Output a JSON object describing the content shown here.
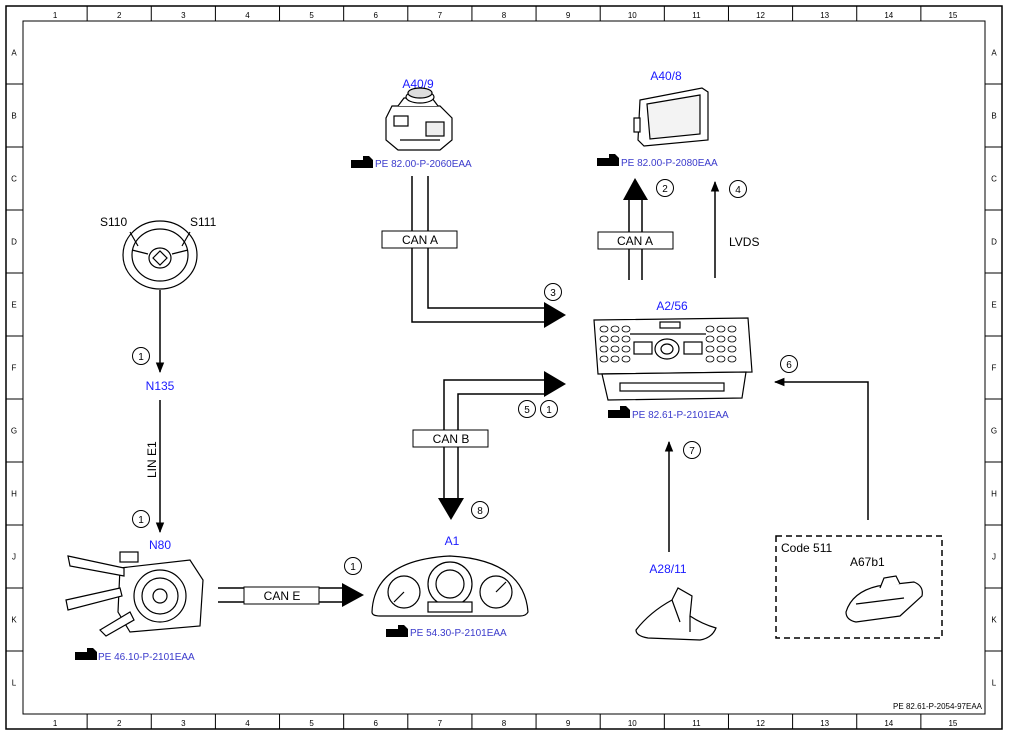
{
  "ruler": {
    "columns": [
      "1",
      "2",
      "3",
      "4",
      "5",
      "6",
      "7",
      "8",
      "9",
      "10",
      "11",
      "12",
      "13",
      "14",
      "15"
    ],
    "rows": [
      "A",
      "B",
      "C",
      "D",
      "E",
      "F",
      "G",
      "H",
      "J",
      "K",
      "L"
    ]
  },
  "components": {
    "a40_9": {
      "label": "A40/9",
      "ref": "PE 82.00-P-2060EAA"
    },
    "a40_8": {
      "label": "A40/8",
      "ref": "PE 82.00-P-2080EAA"
    },
    "a2_56": {
      "label": "A2/56",
      "ref": "PE 82.61-P-2101EAA"
    },
    "n135": {
      "label": "N135"
    },
    "n80": {
      "label": "N80",
      "ref": "PE 46.10-P-2101EAA"
    },
    "a1": {
      "label": "A1",
      "ref": "PE 54.30-P-2101EAA"
    },
    "a28_11": {
      "label": "A28/11"
    },
    "s110": {
      "label": "S110"
    },
    "s111": {
      "label": "S111"
    },
    "a67b1": {
      "label": "A67b1"
    },
    "code_box": {
      "label": "Code 511"
    }
  },
  "buses": {
    "can_a_left": "CAN A",
    "can_a_right": "CAN A",
    "can_b": "CAN B",
    "can_e": "CAN E",
    "lin_e1": "LIN E1",
    "lvds": "LVDS"
  },
  "markers": {
    "m1_n135": "1",
    "m1_n80": "1",
    "m1_a1": "1",
    "m1_a2": "1",
    "m2": "2",
    "m3": "3",
    "m4": "4",
    "m5": "5",
    "m6": "6",
    "m7": "7",
    "m8": "8"
  },
  "footer": {
    "doc_id": "PE 82.61-P-2054-97EAA"
  }
}
